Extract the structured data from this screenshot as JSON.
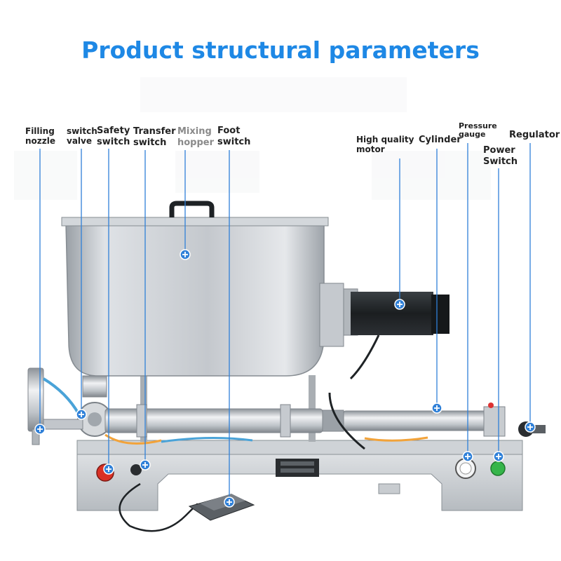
{
  "title": "Product structural parameters",
  "colors": {
    "title": "#1e88e5",
    "marker": "#2f80d8",
    "steel_light": "#e3e6ea",
    "steel_mid": "#b9bec4",
    "steel_dark": "#7b8188",
    "motor": "#1d2022",
    "safety_button": "#d93025",
    "power_button": "#35b54a"
  },
  "labels": {
    "filling_nozzle": "Filling nozzle",
    "switch_valve": "switch valve",
    "safety_switch": "Safety switch",
    "transfer_switch": "Transfer switch",
    "mixing_hopper": "Mixing hopper",
    "foot_switch": "Foot switch",
    "high_quality_motor": "High quality motor",
    "cylinder": "Cylinder",
    "pressure_gauge": "Pressure gauge",
    "regulator": "Regulator",
    "power_switch": "Power Switch"
  },
  "marker_icon": "plus-in-circle"
}
